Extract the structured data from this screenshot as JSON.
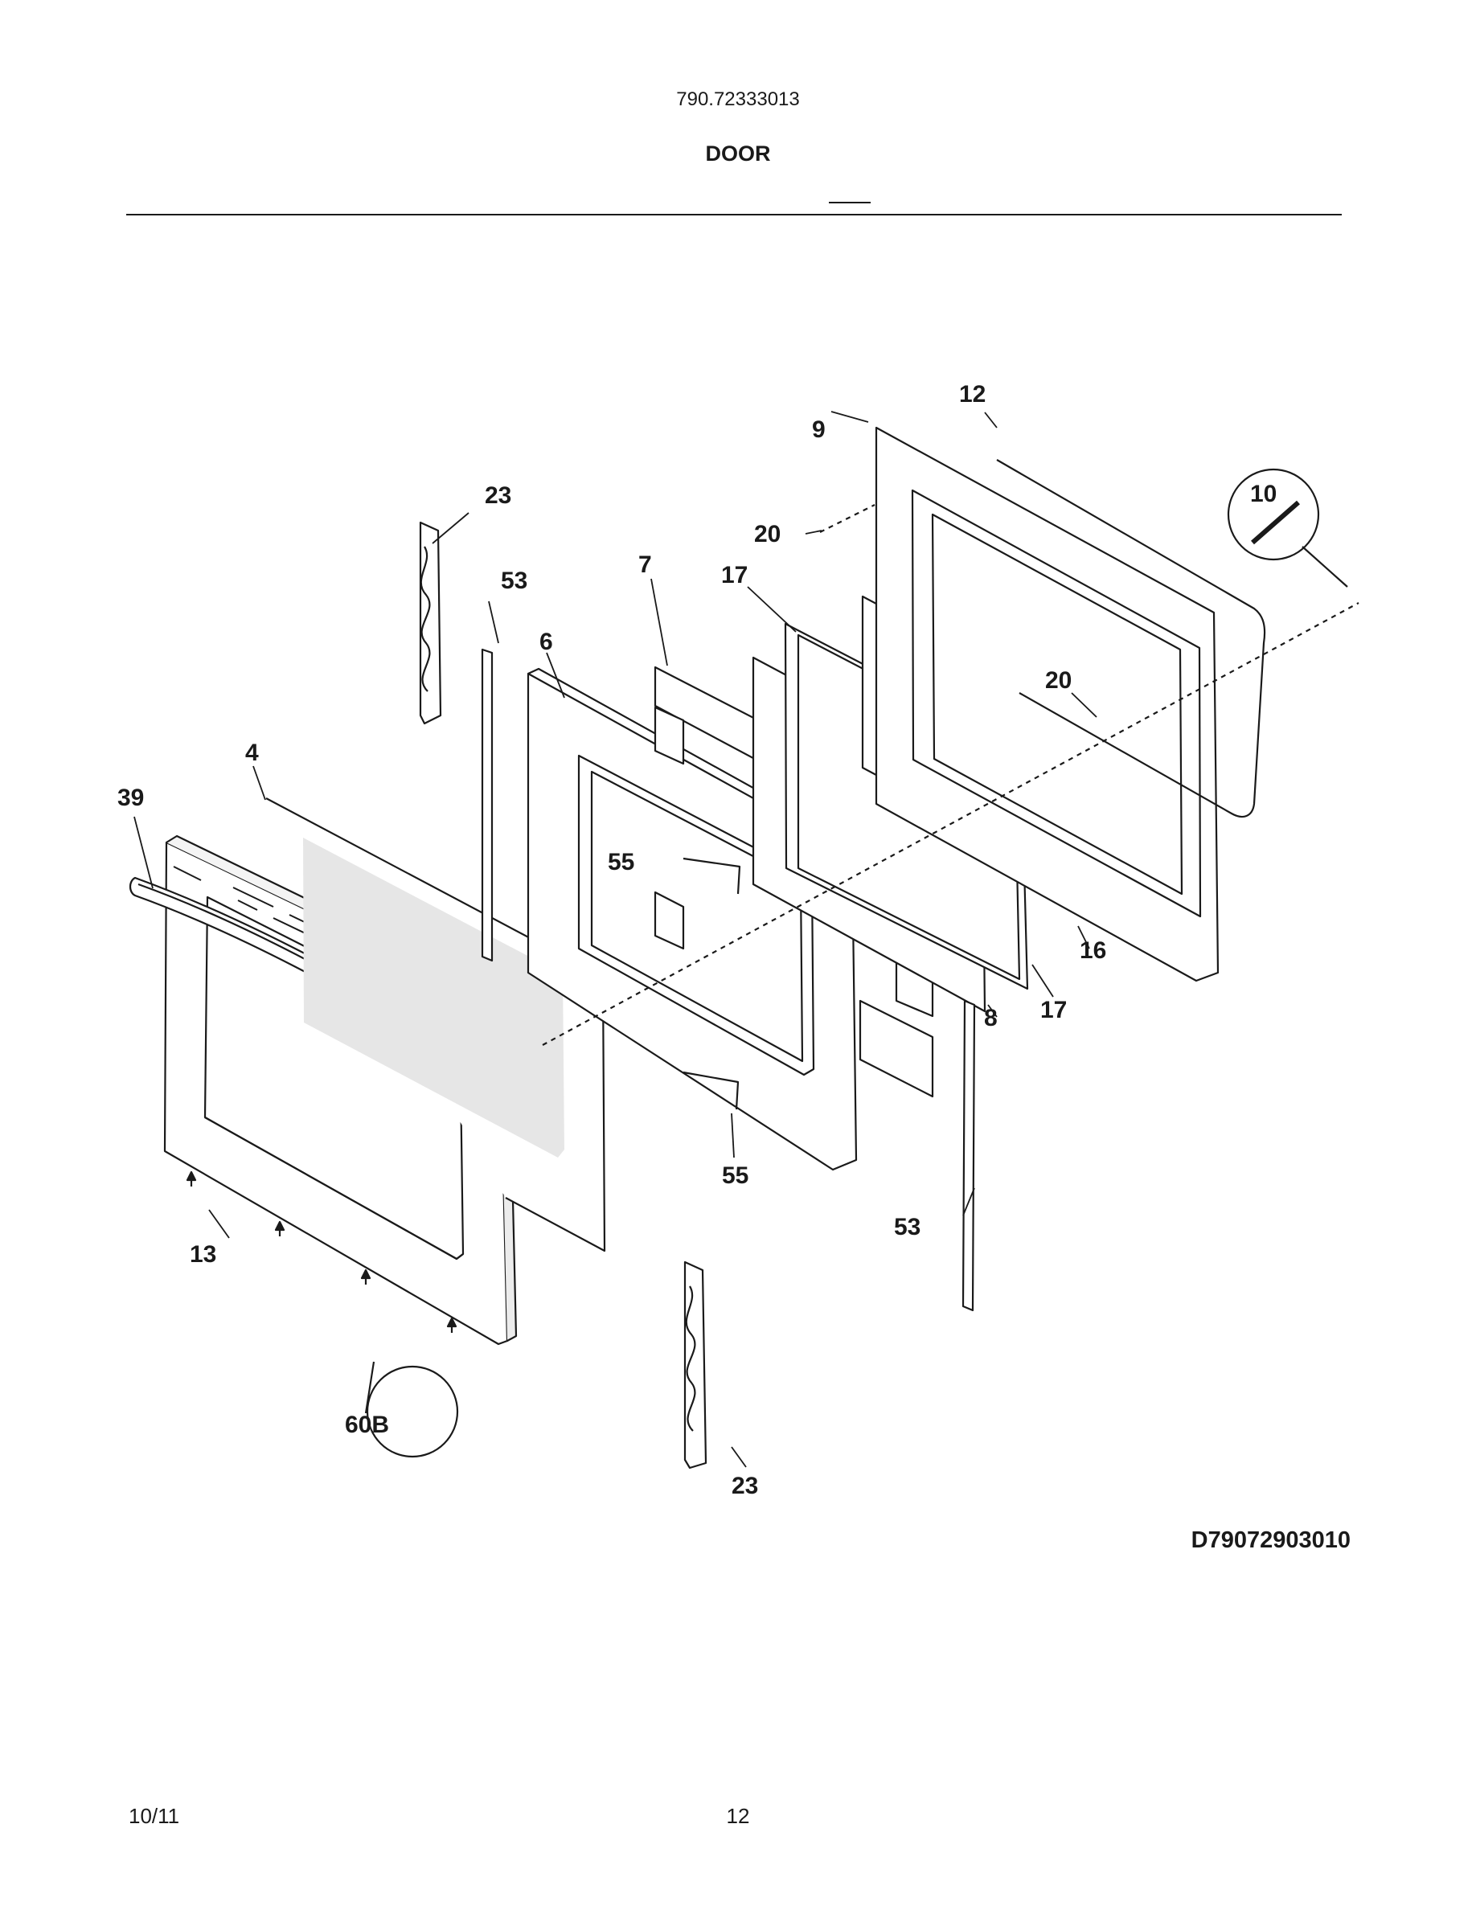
{
  "header": {
    "model_number": "790.72333013",
    "section_title": "DOOR"
  },
  "diagram": {
    "callouts": [
      "12",
      "9",
      "23",
      "10",
      "20",
      "7",
      "17",
      "53",
      "6",
      "20",
      "4",
      "39",
      "55",
      "16",
      "8",
      "17",
      "55",
      "53",
      "13",
      "60B",
      "23"
    ],
    "diagram_code": "D79072903010"
  },
  "footer": {
    "date": "10/11",
    "page_number": "12"
  }
}
